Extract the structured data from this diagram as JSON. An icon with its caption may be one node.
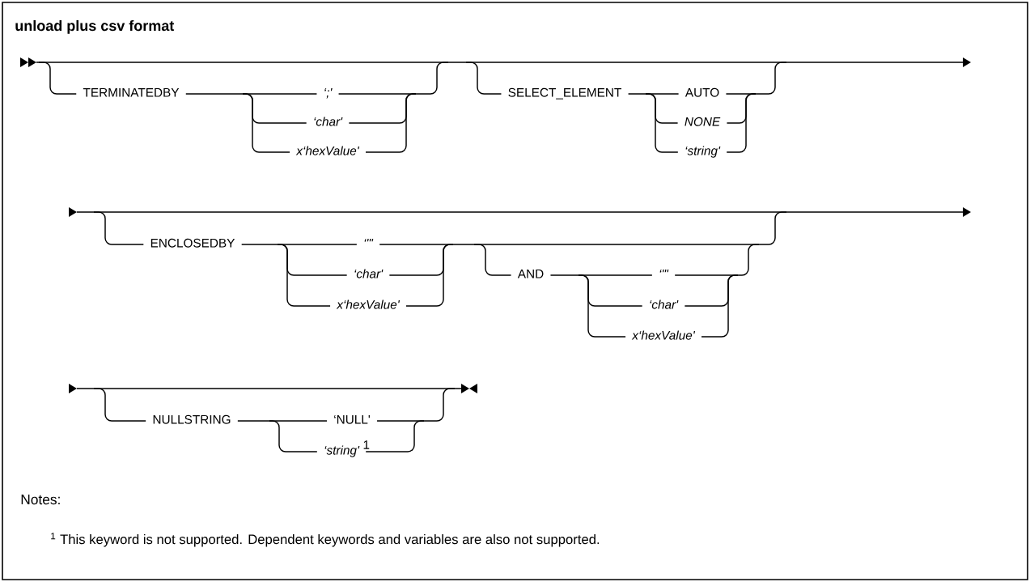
{
  "diagram": {
    "title": "unload plus csv format",
    "labels": [
      "TERMINATEDBY",
      "‘;'",
      "‘char'",
      "x‘hexValue'",
      "SELECT_ELEMENT",
      "AUTO",
      "NONE",
      "‘string'",
      "ENCLOSEDBY",
      "‘\"'",
      "‘char'",
      "x‘hexValue'",
      "AND",
      "‘\"'",
      "‘char'",
      "x‘hexValue'",
      "NULLSTRING",
      "‘NULL'",
      "‘string'",
      "1",
      "Notes:",
      "$^{1}$ This keyword is not supported. Dependent keywords and variables are also not supported."
    ]
  }
}
